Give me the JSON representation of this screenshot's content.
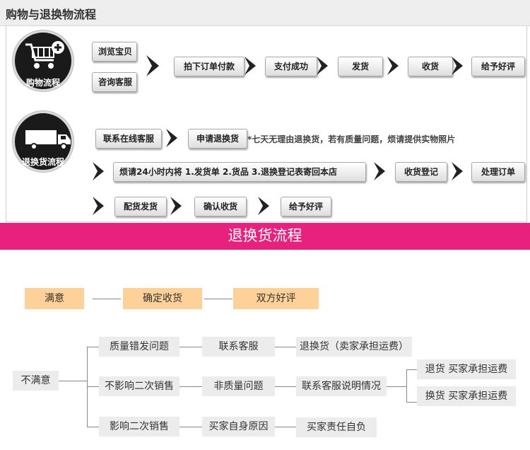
{
  "header": {
    "title": "购物与退换物流程"
  },
  "shopping": {
    "label": "购物流程",
    "left_buttons": [
      "浏览宝贝",
      "咨询客服"
    ],
    "steps": [
      "拍下订单付款",
      "支付成功",
      "发货",
      "收货",
      "给予好评"
    ]
  },
  "returns": {
    "label": "退换货流程",
    "row1": [
      "联系在线客服",
      "申请退换货"
    ],
    "note": "*七天无理由退换货，若有质量问题，烦请提供实物照片",
    "row2": [
      "烦请24小时内将 1.发货单 2.货品 3.退换登记表寄回本店",
      "收货登记",
      "处理订单"
    ],
    "row3": [
      "配货发货",
      "确认收货",
      "给予好评"
    ]
  },
  "banner": {
    "title": "退换货流程"
  },
  "flow": {
    "satisfied": {
      "label": "满意",
      "steps": [
        "确定收货",
        "双方好评"
      ]
    },
    "unsatisfied": {
      "label": "不满意",
      "rows": [
        [
          "质量错发问题",
          "联系客服",
          "退换货（卖家承担运费）"
        ],
        [
          "不影响二次销售",
          "非质量问题",
          "联系客服说明情况"
        ],
        [
          "影响二次销售",
          "买家自身原因",
          "买家责任自负"
        ]
      ],
      "outcomes": [
        "退货  买家承担运费",
        "换货  买家承担运费"
      ]
    }
  }
}
